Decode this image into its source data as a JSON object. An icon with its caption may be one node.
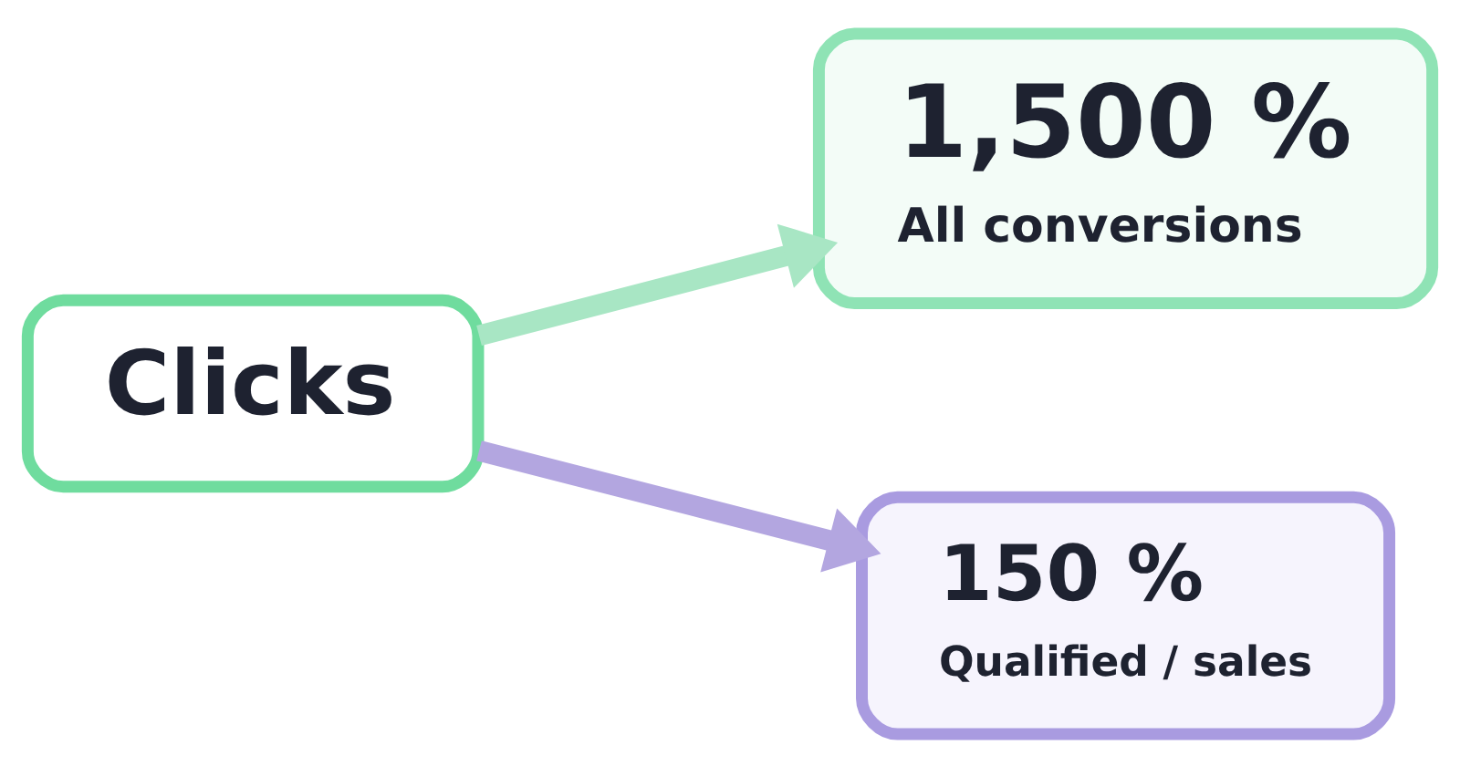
{
  "diagram": {
    "nodes": [
      {
        "text": [
          "Clicks"
        ]
      },
      {
        "text": [
          "1,500 %",
          "All conversions"
        ]
      },
      {
        "text": [
          "150 %",
          "Qualified / sales"
        ]
      }
    ],
    "edges": [
      {
        "from": 0,
        "to": 1,
        "arrow": "to",
        "color": "#a8e6c4"
      },
      {
        "from": 0,
        "to": 2,
        "arrow": "to",
        "color": "#b3a6e0"
      }
    ]
  }
}
